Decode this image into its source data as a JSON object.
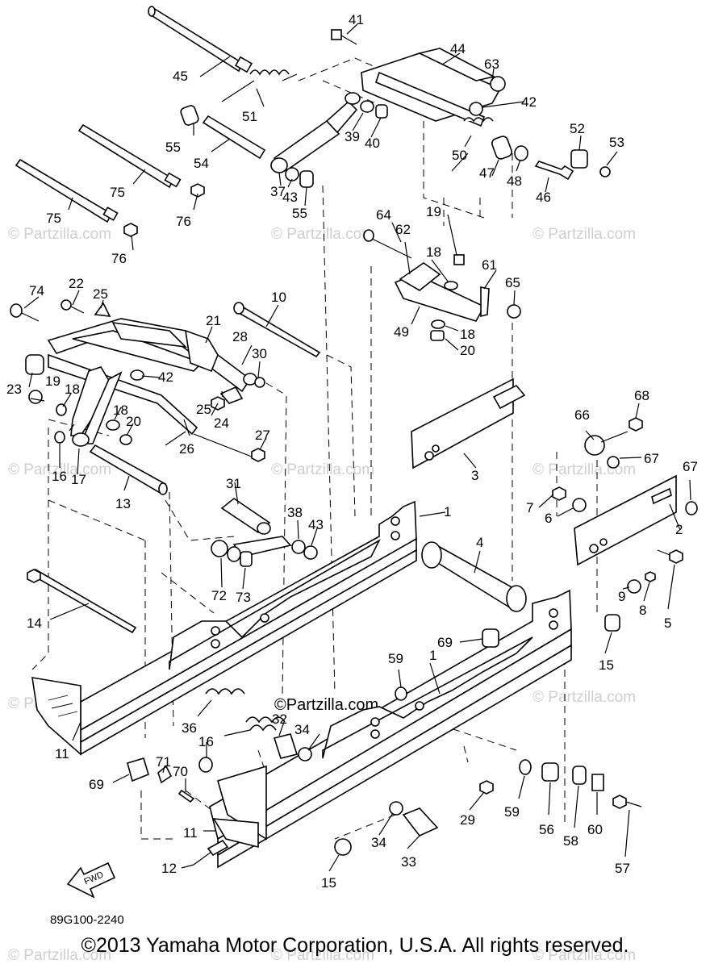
{
  "diagram": {
    "callouts": [
      "1",
      "1",
      "2",
      "3",
      "4",
      "5",
      "6",
      "7",
      "8",
      "9",
      "10",
      "11",
      "11",
      "12",
      "13",
      "14",
      "15",
      "15",
      "16",
      "16",
      "17",
      "18",
      "18",
      "18",
      "18",
      "19",
      "19",
      "20",
      "20",
      "21",
      "22",
      "23",
      "24",
      "25",
      "25",
      "26",
      "27",
      "28",
      "29",
      "30",
      "31",
      "32",
      "33",
      "34",
      "34",
      "36",
      "37",
      "38",
      "39",
      "40",
      "41",
      "42",
      "42",
      "43",
      "43",
      "44",
      "45",
      "46",
      "47",
      "48",
      "49",
      "50",
      "51",
      "52",
      "53",
      "54",
      "55",
      "55",
      "56",
      "57",
      "58",
      "59",
      "59",
      "60",
      "61",
      "62",
      "63",
      "64",
      "65",
      "66",
      "67",
      "67",
      "68",
      "69",
      "69",
      "70",
      "71",
      "72",
      "73",
      "74",
      "75",
      "75",
      "76",
      "76"
    ],
    "watermark_text": "© Partzilla.com",
    "center_watermark": "©Partzilla.com",
    "fwd_label": "FWD",
    "diagram_code": "89G100-2240"
  },
  "footer": {
    "copyright": "©2013  Yamaha Motor Corporation, U.S.A. All rights reserved."
  }
}
